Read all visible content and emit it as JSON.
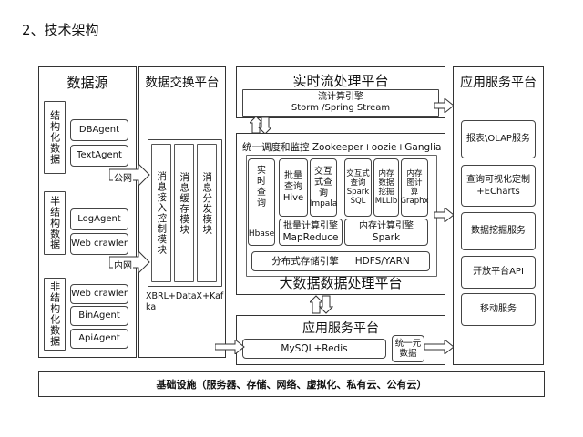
{
  "page": {
    "heading": "2、技术架构"
  },
  "data_source": {
    "title": "数据源",
    "structured": {
      "label": "结构化数据",
      "items": [
        "DBAgent",
        "TextAgent"
      ]
    },
    "semi_structured": {
      "label": "半结构数据",
      "items": [
        "LogAgent",
        "Web crawler"
      ]
    },
    "unstructured": {
      "label": "非结构化数据",
      "items": [
        "Web crawler",
        "BinAgent",
        "ApiAgent"
      ]
    }
  },
  "exchange": {
    "title": "数据交换平台",
    "public_net": "公网",
    "private_net": "内网",
    "modules": [
      "消息接入控制模块",
      "消息缓存模块",
      "消息分发模块"
    ],
    "tech": "XBRL+DataX+Kafka"
  },
  "realtime": {
    "title": "实时流处理平台",
    "engine_name": "流计算引擎",
    "engine_tech": "Storm /Spring Stream"
  },
  "bigdata": {
    "title": "大数据数据处理平台",
    "scheduler": "统一调度和监控  Zookeeper+oozie+Ganglia",
    "realtime_query": "实时查询",
    "hbase": "Hbase",
    "batch_query": "批量查询",
    "hive": "Hive",
    "interactive_query": "交互式查询",
    "impala": "Impala",
    "interactive_sql": "交互式查询Spark SQL",
    "memory_mining": "内存数据挖掘",
    "mllib": "MLLib",
    "memory_graph": "内存图计算",
    "graphx": "Graphx",
    "batch_engine": "批量计算引擎",
    "mapreduce": "MapReduce",
    "memory_engine": "内存计算引擎",
    "spark": "Spark",
    "storage_engine": "分布式存储引擎",
    "hdfs": "HDFS/YARN"
  },
  "app_platform_mid": {
    "title": "应用服务平台",
    "db": "MySQL+Redis",
    "unified_data": "统一元数据"
  },
  "app_platform_right": {
    "title": "应用服务平台",
    "services": [
      "报表\\OLAP服务",
      "查询可视化定制+ECharts",
      "数据挖掘服务",
      "开放平台API",
      "移动服务"
    ]
  },
  "infra": {
    "label": "基础设施（服务器、存储、网络、虚拟化、私有云、公有云）"
  }
}
